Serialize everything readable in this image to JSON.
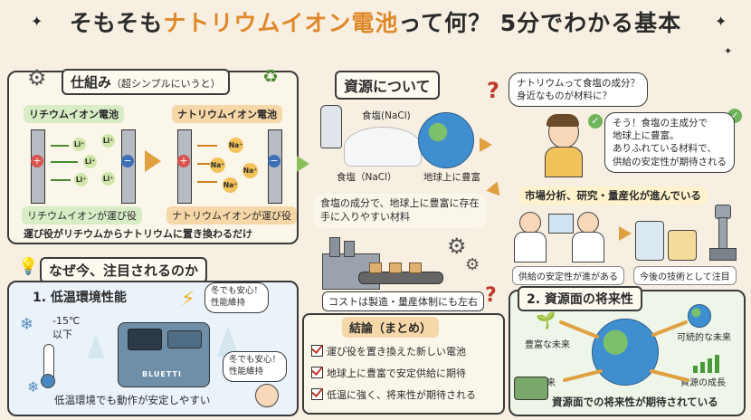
{
  "title": {
    "pre": "そもそも",
    "highlight": "ナトリウムイオン電池",
    "post": "って何？ 5分でわかる基本"
  },
  "mechanism": {
    "header_main": "仕組み",
    "header_sub": "（超シンプルにいうと）",
    "lithium_label": "リチウムイオン電池",
    "sodium_label": "ナトリウムイオン電池",
    "li_ion": "Li⁺",
    "na_ion": "Na⁺",
    "lithium_caption": "リチウムイオンが運び役",
    "sodium_caption": "ナトリウムイオンが運び役",
    "summary": "運び役がリチウムからナトリウムに置き換わるだけ",
    "plus": "+",
    "minus": "−"
  },
  "resources": {
    "header": "資源について",
    "salt_label": "食塩(NaCl)",
    "salt_label2": "食塩（NaCl）",
    "earth_label": "地球上に豊富",
    "caption": "食塩の成分で、地球上に豊富に存在\n手に入りやすい材料",
    "cost_caption": "コストは製造・量産体制にも左右"
  },
  "qa": {
    "question": "ナトリウムって食塩の成分？\n身近なものが材料に？",
    "answer": "そう！食塩の主成分で\n地球上に豊富。\nありふれている材料で、\n供給の安定性が期待される"
  },
  "market": {
    "header": "市場分析、研究・量産化が進んでいる",
    "stable": "供給の安定性が進がある",
    "future_tech": "今後の技術として注目"
  },
  "why_now": {
    "header": "なぜ今、注目されるのか",
    "point1": "1. 低温環境性能",
    "temperature": "-15℃\n以下",
    "bubble1": "冬でも安心！\n性能維持",
    "bubble2": "冬でも安心！\n性能維持",
    "product_brand": "BLUETTI",
    "caption": "低温環境でも動作が安定しやすい"
  },
  "conclusion": {
    "header": "結論（まとめ）",
    "items": [
      "運び役を置き換えた新しい電池",
      "地球上に豊富で安定供給に期待",
      "低温に強く、将来性が期待される"
    ]
  },
  "future": {
    "header": "2. 資源面の将来性",
    "rich_future": "豊富な未来",
    "sustainable": "可続的な未来",
    "future_label": "未来",
    "growth": "資源の成長",
    "caption": "資源面での将来性が期待されている"
  },
  "colors": {
    "accent": "#e0892a",
    "green_pill": "#d8ecc6",
    "orange_pill": "#f6d7a8",
    "why_panel": "#eaf3fa",
    "future_panel": "#eef6ea"
  },
  "icons": [
    "sparkle-icon",
    "gear-icon",
    "recycle-icon",
    "question-icon",
    "check-icon",
    "lightbulb-icon",
    "snowflake-icon",
    "thermometer-icon",
    "lightning-icon",
    "earth-icon",
    "salt-shaker-icon",
    "robot-arm-icon",
    "factory-icon",
    "seedling-icon",
    "growth-chart-icon"
  ]
}
